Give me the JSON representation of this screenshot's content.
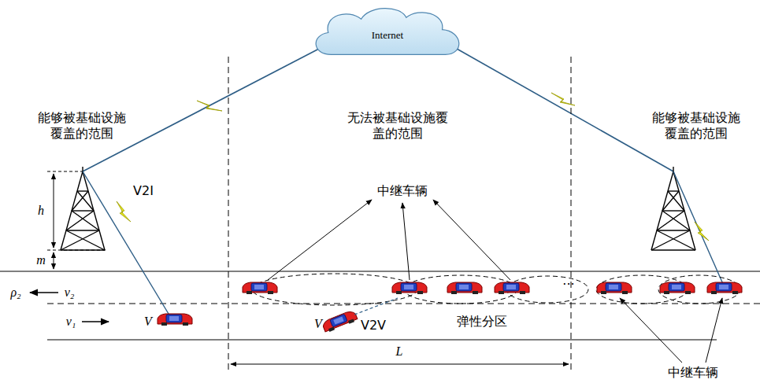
{
  "diagram": {
    "nodes": [
      {
        "text": [
          "Internet"
        ]
      }
    ],
    "labels": [
      "能够被基础设施覆盖的范围",
      "无法被基础设施覆盖的范围",
      "能够被基础设施覆盖的范围",
      "中继车辆",
      "中继车辆",
      "h",
      "m",
      "V2I",
      "V2V",
      "V",
      "V",
      "ρ₂",
      "v₂",
      "v₁",
      "弹性分区",
      "L",
      "···"
    ]
  }
}
